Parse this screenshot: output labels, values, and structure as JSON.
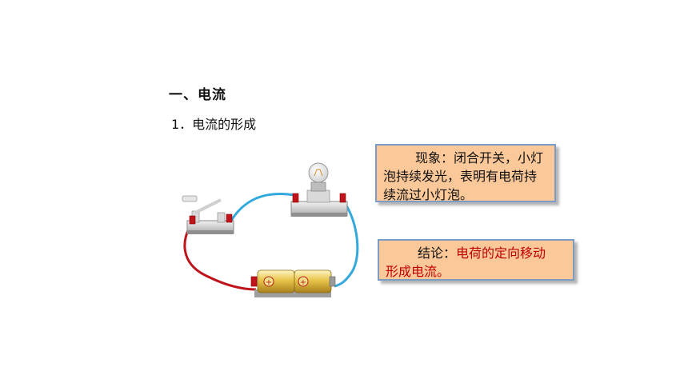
{
  "section": {
    "heading": "一、电流",
    "subheading": "1．电流的形成"
  },
  "observation": {
    "label": "现象：",
    "text": "闭合开关，小灯泡持续发光，表明有电荷持续流过小灯泡。",
    "line1": "闭合开关，小灯",
    "line2": "泡持续发光，表明有电荷持",
    "line3": "续流过小灯泡。"
  },
  "conclusion": {
    "label": "结论：",
    "line1": "电荷的定向移动",
    "line2": "形成电流。"
  },
  "colors": {
    "box_fill": "#fbc899",
    "box_border": "#7b9cc4",
    "conclusion_text": "#c00000",
    "wire_red": "#c0141c",
    "wire_blue": "#33a8dc"
  },
  "icons": [
    "switch-icon",
    "lightbulb-icon",
    "battery-icon"
  ]
}
